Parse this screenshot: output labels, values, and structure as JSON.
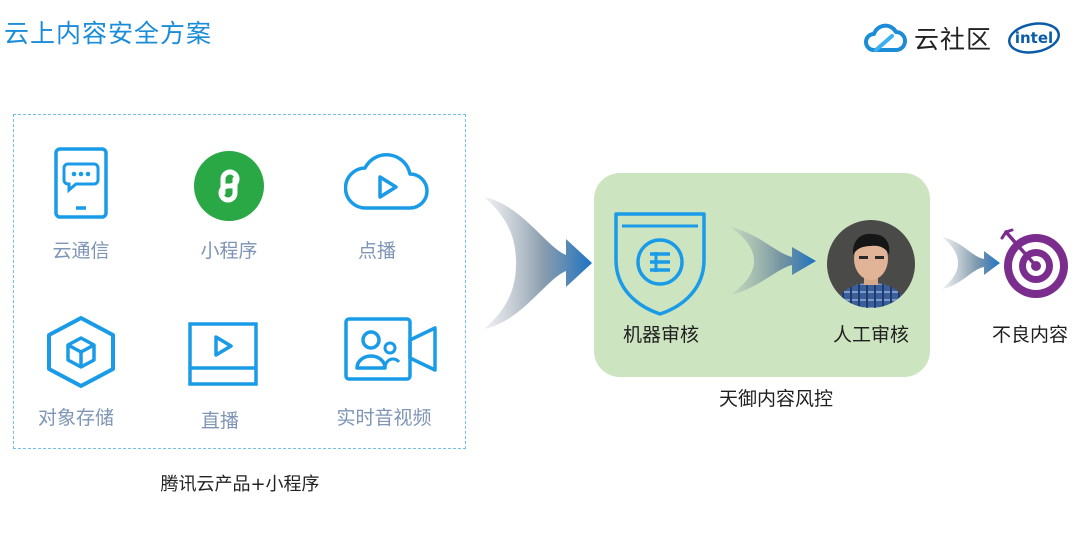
{
  "header": {
    "title": "云上内容安全方案",
    "brand_text": "云社区",
    "intel_text": "intel"
  },
  "products": {
    "items": [
      {
        "label": "云通信",
        "icon": "mobile-chat-icon"
      },
      {
        "label": "小程序",
        "icon": "mini-program-icon"
      },
      {
        "label": "点播",
        "icon": "cloud-play-icon"
      },
      {
        "label": "对象存储",
        "icon": "cube-hexagon-icon"
      },
      {
        "label": "直播",
        "icon": "video-screen-icon"
      },
      {
        "label": "实时音视频",
        "icon": "video-camera-people-icon"
      }
    ],
    "group_label": "腾讯云产品+小程序"
  },
  "pipeline": {
    "machine_review": "机器审核",
    "human_review": "人工审核",
    "group_label": "天御内容风控",
    "output_label": "不良内容"
  },
  "colors": {
    "title_blue": "#1a8cd8",
    "icon_blue": "#1a9be8",
    "mini_green": "#2aa846",
    "panel_green": "#cde4c0",
    "target_purple": "#7b2d8e",
    "intel_blue": "#0a5ba8"
  }
}
